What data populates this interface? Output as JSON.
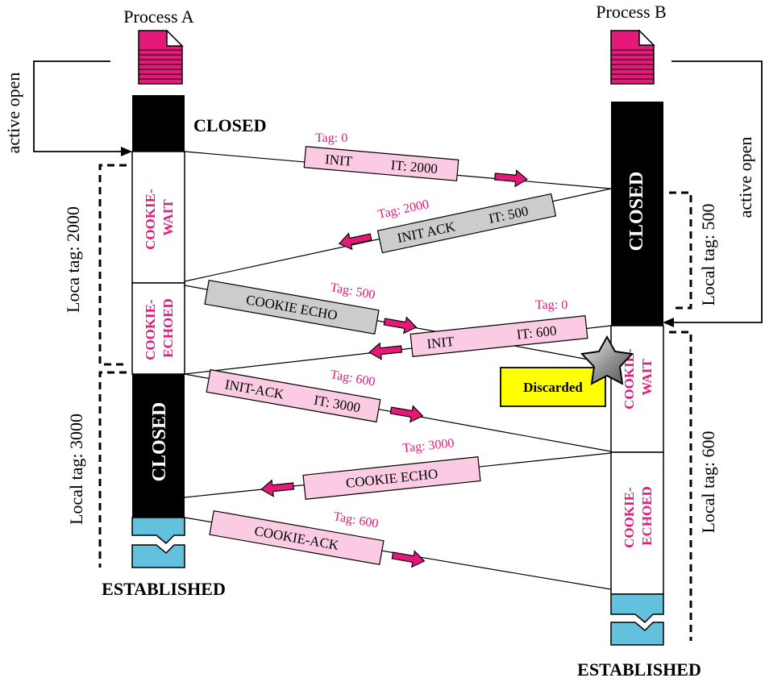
{
  "process_a": {
    "title": "Process A",
    "active_open": "active open",
    "local_tag_1": "Loca tag: 2000",
    "local_tag_2": "Local tag: 3000",
    "established": "ESTABLISHED"
  },
  "process_b": {
    "title": "Process B",
    "active_open": "active open",
    "local_tag_1": "Local tag: 500",
    "local_tag_2": "Local tag: 600",
    "established": "ESTABLISHED"
  },
  "states": {
    "a_closed_1": "CLOSED",
    "a_cookie_wait": [
      "COOKIE-",
      "WAIT"
    ],
    "a_cookie_echoed": [
      "COOKIE-",
      "ECHOED"
    ],
    "a_closed_2": "CLOSED",
    "b_closed": "CLOSED",
    "b_cookie_wait": [
      "COOKIE-",
      "WAIT"
    ],
    "b_cookie_echoed": [
      "COOKIE-",
      "ECHOED"
    ]
  },
  "messages": [
    {
      "id": "init-a",
      "label": "INIT",
      "it": "IT: 2000",
      "tag": "Tag: 0",
      "fill": "#fbcbe3"
    },
    {
      "id": "init-ack-b",
      "label": "INIT ACK",
      "it": "IT: 500",
      "tag": "Tag: 2000",
      "fill": "#cccccc"
    },
    {
      "id": "cookie-echo-a",
      "label": "COOKIE ECHO",
      "it": "",
      "tag": "Tag: 500",
      "fill": "#cccccc"
    },
    {
      "id": "init-b",
      "label": "INIT",
      "it": "IT: 600",
      "tag": "Tag: 0",
      "fill": "#fbcbe3"
    },
    {
      "id": "init-ack-a",
      "label": "INIT-ACK",
      "it": "IT: 3000",
      "tag": "Tag: 600",
      "fill": "#fbcbe3"
    },
    {
      "id": "cookie-echo-b",
      "label": "COOKIE ECHO",
      "it": "",
      "tag": "Tag: 3000",
      "fill": "#fbcbe3"
    },
    {
      "id": "cookie-ack-a",
      "label": "COOKIE-ACK",
      "it": "",
      "tag": "Tag: 600",
      "fill": "#fbcbe3"
    }
  ],
  "discarded": "Discarded",
  "colors": {
    "accent": "#e5197a",
    "pill_pink": "#fbcbe3",
    "pill_gray": "#cccccc",
    "established": "#62c2dd",
    "discarded": "#ffff00"
  }
}
